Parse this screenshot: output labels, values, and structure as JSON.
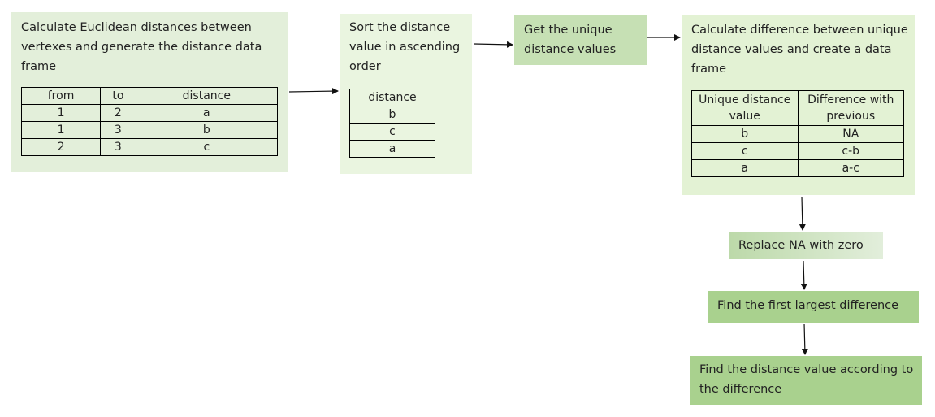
{
  "steps": [
    {
      "label": "Calculate Euclidean distances between vertexes and generate the distance data frame"
    },
    {
      "label": "Sort the distance value in ascending order"
    },
    {
      "label": "Get the unique distance values"
    },
    {
      "label": "Calculate difference between unique distance values and create a data frame"
    },
    {
      "label": "Replace NA with zero"
    },
    {
      "label": "Find the first largest difference"
    },
    {
      "label": "Find the distance value according to the difference"
    }
  ],
  "table1": {
    "headers": [
      "from",
      "to",
      "distance"
    ],
    "rows": [
      [
        "1",
        "2",
        "a"
      ],
      [
        "1",
        "3",
        "b"
      ],
      [
        "2",
        "3",
        "c"
      ]
    ]
  },
  "table2": {
    "headers": [
      "distance"
    ],
    "rows": [
      [
        "b"
      ],
      [
        "c"
      ],
      [
        "a"
      ]
    ]
  },
  "table3": {
    "headers": [
      "Unique distance value",
      "Difference with previous"
    ],
    "rows": [
      [
        "b",
        "NA"
      ],
      [
        "c",
        "c-b"
      ],
      [
        "a",
        "a-c"
      ]
    ]
  }
}
